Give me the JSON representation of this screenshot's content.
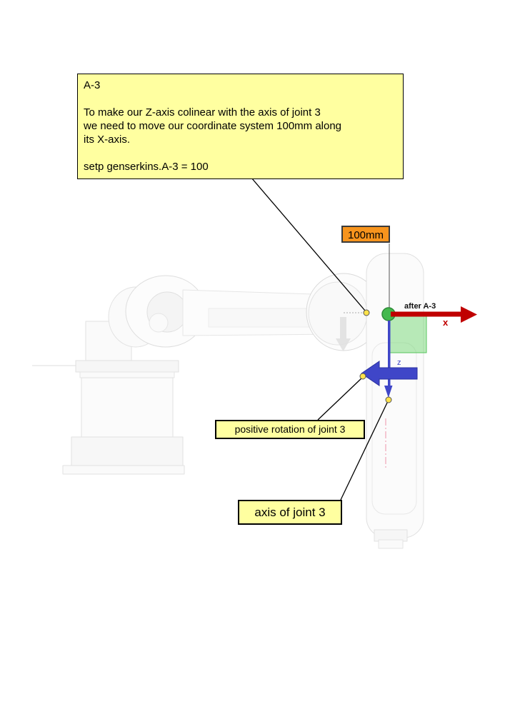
{
  "note": {
    "title": "A-3",
    "body": [
      "To make our Z-axis colinear with the axis of joint 3",
      "we need to move our coordinate system 100mm along",
      "its X-axis."
    ],
    "command": "setp genserkins.A-3 = 100"
  },
  "labels": {
    "dimension": "100mm",
    "after_a3": "after A-3",
    "x_axis": "x",
    "z_axis": "z"
  },
  "callouts": {
    "positive_rotation": "positive rotation of joint 3",
    "axis_of_joint3": "axis of joint 3"
  },
  "colors": {
    "note_background": "#ffffa0",
    "callout_background": "#ffffa0",
    "dimension_background": "#f7941d",
    "x_axis": "#c00000",
    "z_axis": "#3f46c8",
    "origin_marker": "#44b94e",
    "leader_dot": "#ffe24a"
  }
}
